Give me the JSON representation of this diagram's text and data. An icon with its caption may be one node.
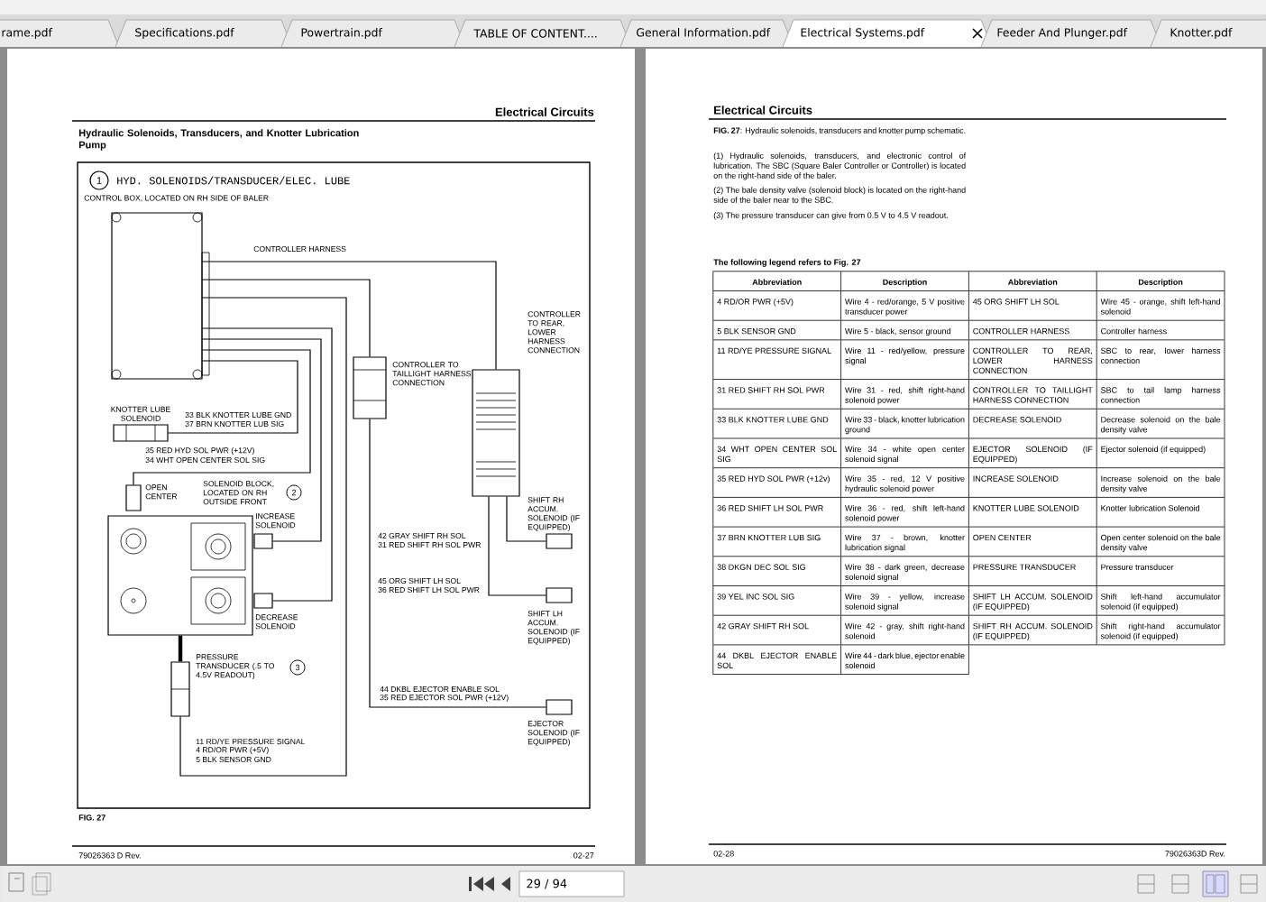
{
  "diagram": {
    "title": "Hydraulic Solenoids, Transducers, and Knotter Lubrication Pump",
    "caption": "FIG. 27",
    "nodes": [
      {
        "text": [
          "CONTROL BOX, LOCATED ON RH SIDE OF BALER"
        ]
      },
      {
        "text": [
          "CONTROLLER TO TAILLIGHT HARNESS CONNECTION"
        ]
      },
      {
        "text": [
          "CONTROLLER TO REAR, LOWER HARNESS CONNECTION"
        ]
      },
      {
        "text": [
          "KNOTTER LUBE SOLENOID"
        ]
      },
      {
        "text": [
          "SOLENOID BLOCK, LOCATED ON RH OUTSIDE FRONT"
        ]
      },
      {
        "text": [
          "OPEN CENTER"
        ]
      },
      {
        "text": [
          "INCREASE SOLENOID"
        ]
      },
      {
        "text": [
          "DECREASE SOLENOID"
        ]
      },
      {
        "text": [
          "PRESSURE TRANSDUCER (.5 TO 4.5V READOUT)"
        ]
      },
      {
        "text": [
          "SHIFT RH ACCUM. SOLENOID (IF EQUIPPED)"
        ]
      },
      {
        "text": [
          "SHIFT LH ACCUM. SOLENOID (IF EQUIPPED)"
        ]
      },
      {
        "text": [
          "EJECTOR SOLENOID (IF EQUIPPED)"
        ]
      }
    ],
    "edges": [
      {
        "from": 0,
        "to": 1,
        "arrow": "none"
      },
      {
        "from": 0,
        "to": 2,
        "arrow": "none"
      },
      {
        "from": 0,
        "to": 3,
        "arrow": "none"
      },
      {
        "from": 0,
        "to": 5,
        "arrow": "none"
      },
      {
        "from": 0,
        "to": 6,
        "arrow": "none"
      },
      {
        "from": 0,
        "to": 7,
        "arrow": "none"
      },
      {
        "from": 0,
        "to": 8,
        "arrow": "none"
      },
      {
        "from": 2,
        "to": 9,
        "arrow": "none"
      },
      {
        "from": 2,
        "to": 10,
        "arrow": "none"
      },
      {
        "from": 1,
        "to": 11,
        "arrow": "none"
      },
      {
        "from": 4,
        "to": 8,
        "arrow": "none",
        "style": "thick"
      }
    ],
    "labels": [
      "rame.pdf",
      "Specifications.pdf",
      "Powertrain.pdf",
      "TABLE OF CONTENT....",
      "General Information.pdf",
      "Electrical Systems.pdf",
      "Feeder And Plunger.pdf",
      "Knotter.pdf",
      "Electrical Circuits",
      "1",
      "HYD. SOLENOIDS/TRANSDUCER/ELEC. LUBE",
      "CONTROLLER HARNESS",
      "33 BLK KNOTTER LUBE GND",
      "37 BRN KNOTTER LUB SIG",
      "35 RED HYD SOL PWR (+12V)",
      "34 WHT OPEN CENTER SOL SIG",
      "2",
      "3",
      "11 RD/YE PRESSURE SIGNAL",
      "4 RD/OR PWR (+5V)",
      "5 BLK SENSOR GND",
      "42 GRAY SHIFT RH SOL",
      "31 RED SHIFT RH SOL PWR",
      "45 ORG SHIFT LH SOL",
      "36 RED SHIFT LH SOL PWR",
      "44 DKBL EJECTOR ENABLE SOL",
      "35 RED EJECTOR SOL PWR (+12V)",
      "79026363 D Rev.",
      "02-27",
      "Electrical Circuits",
      "**FIG. 27**: Hydraulic solenoids, transducers and knotter pump schematic.",
      "(1) Hydraulic solenoids, transducers, and electronic control of lubrication. The SBC (Square Baler Controller or Controller) is located on the right-hand side of the baler.",
      "(2) The bale density valve (solenoid block) is located on the right-hand side of the baler near to the SBC.",
      "(3) The pressure transducer can give from 0.5 V to 4.5 V readout.",
      "The following legend refers to Fig. 27",
      "Abbreviation",
      "Description",
      "Abbreviation",
      "Description",
      "4 RD/OR PWR (+5V)",
      "Wire 4 - red/orange, 5 V positive transducer power",
      "45 ORG SHIFT LH SOL",
      "Wire 45 - orange, shift left-hand solenoid",
      "5 BLK SENSOR GND",
      "Wire 5 - black, sensor ground",
      "CONTROLLER HARNESS",
      "Controller harness",
      "11 RD/YE PRESSURE SIGNAL",
      "Wire 11 - red/yellow, pressure signal",
      "CONTROLLER TO REAR, LOWER HARNESS CONNECTION",
      "SBC to rear, lower harness connection",
      "31 RED SHIFT RH SOL PWR",
      "Wire 31 - red, shift right-hand solenoid power",
      "CONTROLLER TO TAILLIGHT HARNESS CONNECTION",
      "SBC to tail lamp harness connection",
      "33 BLK KNOTTER LUBE GND",
      "Wire 33 - black, knotter lubrication ground",
      "DECREASE SOLENOID",
      "Decrease solenoid on the bale density valve",
      "34 WHT OPEN CENTER SOL SIG",
      "Wire 34 - white open center solenoid signal",
      "EJECTOR SOLENOID (IF EQUIPPED)",
      "Ejector solenoid (if equipped)",
      "35 RED HYD SOL PWR (+12v)",
      "Wire 35 - red, 12 V positive hydraulic solenoid power",
      "INCREASE SOLENOID",
      "Increase solenoid on the bale density valve",
      "36 RED SHIFT LH SOL PWR",
      "Wire 36 - red, shift left-hand solenoid power",
      "KNOTTER LUBE SOLENOID",
      "Knotter lubrication Solenoid",
      "37 BRN KNOTTER LUB SIG",
      "Wire 37 - brown, knotter lubrication signal",
      "OPEN CENTER",
      "Open center solenoid on the bale density valve",
      "38 DKGN DEC SOL SIG",
      "Wire 38 - dark green, decrease solenoid signal",
      "PRESSURE TRANSDUCER",
      "Pressure transducer",
      "39 YEL INC SOL SIG",
      "Wire 39 - yellow, increase solenoid signal",
      "SHIFT LH ACCUM. SOLENOID (IF EQUIPPED)",
      "Shift left-hand accumulator solenoid (if equipped)",
      "42 GRAY SHIFT RH SOL",
      "Wire 42 - gray, shift right-hand solenoid",
      "SHIFT RH ACCUM. SOLENOID (IF EQUIPPED)",
      "Shift right-hand accumulator solenoid (if equipped)",
      "44 DKBL EJECTOR ENABLE SOL",
      "Wire 44 - dark blue, ejector enable solenoid",
      "02-28",
      "79026363D Rev.",
      "29 / 94"
    ]
  }
}
